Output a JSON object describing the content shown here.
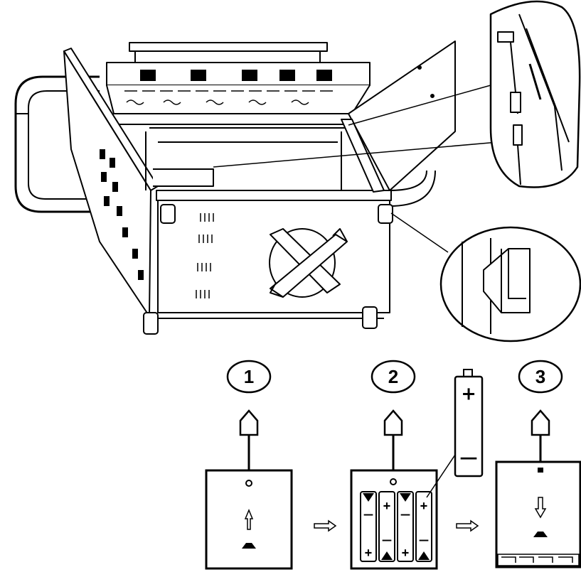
{
  "steps": [
    {
      "number": "1",
      "icon": "battery-cover-closed"
    },
    {
      "number": "2",
      "icon": "battery-compartment-open"
    },
    {
      "number": "3",
      "icon": "battery-cover-replaced"
    }
  ],
  "battery": {
    "plus": "+",
    "minus": "—"
  },
  "slot_polarity": {
    "plus": "+",
    "minus": "—"
  },
  "colors": {
    "line": "#000000",
    "background": "#ffffff",
    "fill": "#ffffff"
  }
}
